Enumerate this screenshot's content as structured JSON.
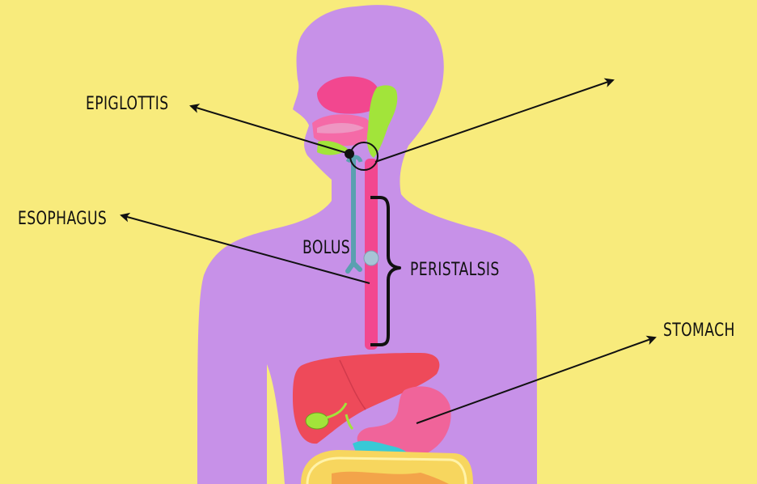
{
  "labels": {
    "epiglottis": "EPIGLOTTIS",
    "esophagus": "ESOPHAGUS",
    "bolus": "BOLUS",
    "peristalsis": "PERISTALSIS",
    "stomach": "STOMACH"
  },
  "colors": {
    "background": "#f8eb7c",
    "body": "#c791e8",
    "esophagus": "#f2478f",
    "nasal_cavity": "#f2478f",
    "liver": "#ee4a5a",
    "stomach": "#f0649a",
    "gallbladder": "#a2e43a",
    "airway": "#5aa0b0",
    "intestine": "#f7d65e",
    "pancreas": "#38c9d6",
    "arrows": "#111111"
  }
}
